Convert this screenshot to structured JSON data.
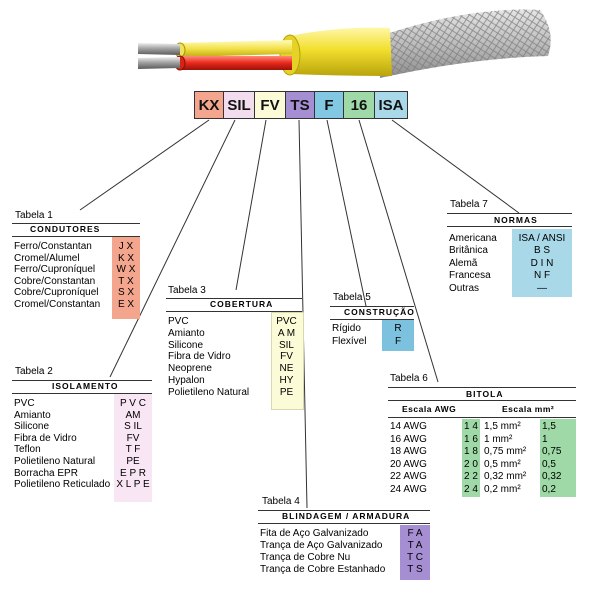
{
  "code_parts": [
    {
      "code": "KX",
      "color": "#f4a58e"
    },
    {
      "code": "SIL",
      "color": "#f2ddee"
    },
    {
      "code": "FV",
      "color": "#fbfbd8"
    },
    {
      "code": "TS",
      "color": "#a58ed2"
    },
    {
      "code": "F",
      "color": "#82c8e2"
    },
    {
      "code": "16",
      "color": "#9fd9a7"
    },
    {
      "code": "ISA",
      "color": "#a9d9e8"
    }
  ],
  "tables": {
    "t1": {
      "title": "Tabela 1",
      "header": "Condutores",
      "color": "#f4a58e",
      "rows": [
        [
          "Ferro/Constantan",
          "J X"
        ],
        [
          "Cromel/Alumel",
          "K X"
        ],
        [
          "Ferro/Cuproníquel",
          "W X"
        ],
        [
          "Cobre/Constantan",
          "T X"
        ],
        [
          "Cobre/Cuproníquel",
          "S X"
        ],
        [
          "Cromel/Constantan",
          "E X"
        ]
      ]
    },
    "t2": {
      "title": "Tabela 2",
      "header": "Isolamento",
      "color": "#f8e6f4",
      "rows": [
        [
          "PVC",
          "P V C"
        ],
        [
          "Amianto",
          "AM"
        ],
        [
          "Silicone",
          "S IL"
        ],
        [
          "Fibra de Vidro",
          "FV"
        ],
        [
          "Teflon",
          "T F"
        ],
        [
          "Polietileno Natural",
          "PE"
        ],
        [
          "Borracha EPR",
          "E P R"
        ],
        [
          "Polietileno Reticulado",
          "X L P E"
        ]
      ]
    },
    "t3": {
      "title": "Tabela 3",
      "header": "Cobertura",
      "color": "#fbfbd8",
      "rows": [
        [
          "PVC",
          "PVC"
        ],
        [
          "Amianto",
          "A M"
        ],
        [
          "Silicone",
          "SIL"
        ],
        [
          "Fibra de Vidro",
          "FV"
        ],
        [
          "Neoprene",
          "NE"
        ],
        [
          "Hypalon",
          "HY"
        ],
        [
          "Polietileno Natural",
          "PE"
        ]
      ]
    },
    "t4": {
      "title": "Tabela 4",
      "header": "Blindagem / Armadura",
      "color": "#a58ed2",
      "rows": [
        [
          "Fita de Aço Galvanizado",
          "F A"
        ],
        [
          "Trança de Aço Galvanizado",
          "T A"
        ],
        [
          "Trança de Cobre Nu",
          "T C"
        ],
        [
          "Trança de Cobre Estanhado",
          "T S"
        ]
      ]
    },
    "t5": {
      "title": "Tabela 5",
      "header": "Construção",
      "color": "#7cc2de",
      "rows": [
        [
          "Rígido",
          "R"
        ],
        [
          "Flexível",
          "F"
        ]
      ]
    },
    "t6": {
      "title": "Tabela 6",
      "header": "Bitola",
      "color": "#9fd9a7",
      "sub_awg": "Escala AWG",
      "sub_mm": "Escala mm²",
      "rows": [
        [
          "14 AWG",
          "1 4",
          "1,5 mm²",
          "1,5"
        ],
        [
          "16 AWG",
          "1 6",
          "1 mm²",
          "1"
        ],
        [
          "18 AWG",
          "1 8",
          "0,75 mm²",
          "0,75"
        ],
        [
          "20 AWG",
          "2 0",
          "0,5 mm²",
          "0,5"
        ],
        [
          "22 AWG",
          "2 2",
          "0,32 mm²",
          "0,32"
        ],
        [
          "24 AWG",
          "2 4",
          "0,2 mm²",
          "0,2"
        ]
      ]
    },
    "t7": {
      "title": "Tabela 7",
      "header": "Normas",
      "color": "#a9d9e8",
      "rows": [
        [
          "Americana",
          "ISA / ANSI"
        ],
        [
          "Britânica",
          "B S"
        ],
        [
          "Alemã",
          "D I N"
        ],
        [
          "Francesa",
          "N F"
        ],
        [
          "Outras",
          "—"
        ]
      ]
    }
  }
}
